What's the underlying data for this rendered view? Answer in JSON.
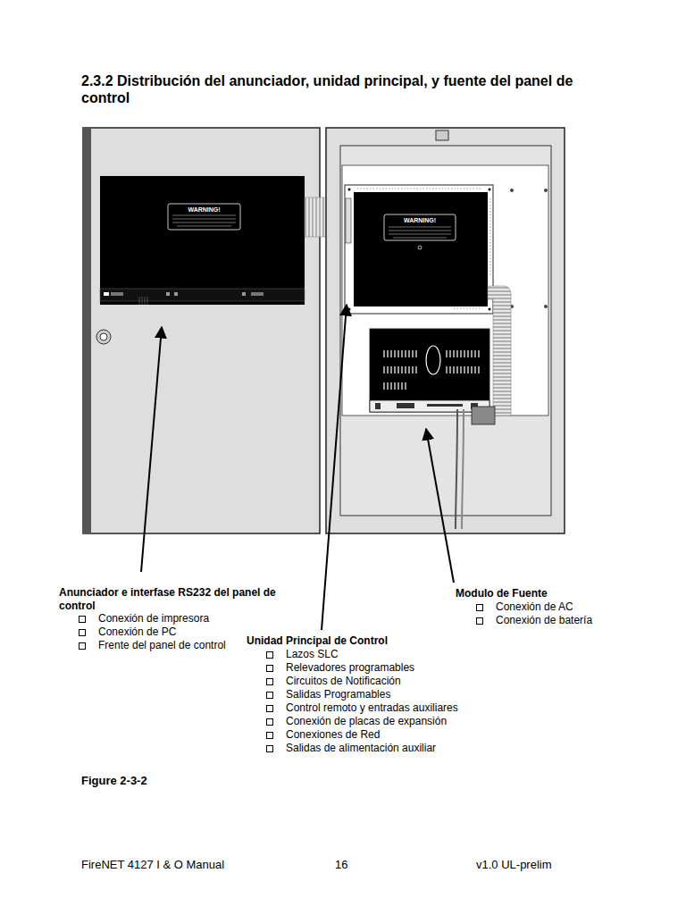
{
  "diagram": {
    "title": "2.3.2 Distribución del anunciador, unidad principal, y fuente del panel de control",
    "caption": "Figure 2-3-2",
    "labels": [
      "WARNING!",
      "WARNING!",
      "Anunciador e interfase RS232 del panel de control",
      "Conexión de impresora",
      "Conexión de PC",
      "Frente del panel de control",
      "Unidad Principal de Control",
      "Lazos SLC",
      "Relevadores programables",
      "Circuitos de Notificación",
      "Salidas Programables",
      "Control remoto y entradas auxiliares",
      "Conexión de placas de expansión",
      "Conexiones de Red",
      "Salidas de alimentación auxiliar",
      "Modulo de Fuente",
      "Conexión de AC",
      "Conexión de batería",
      "FireNET 4127 I & O Manual",
      "16",
      "v1.0 UL-prelim"
    ]
  }
}
